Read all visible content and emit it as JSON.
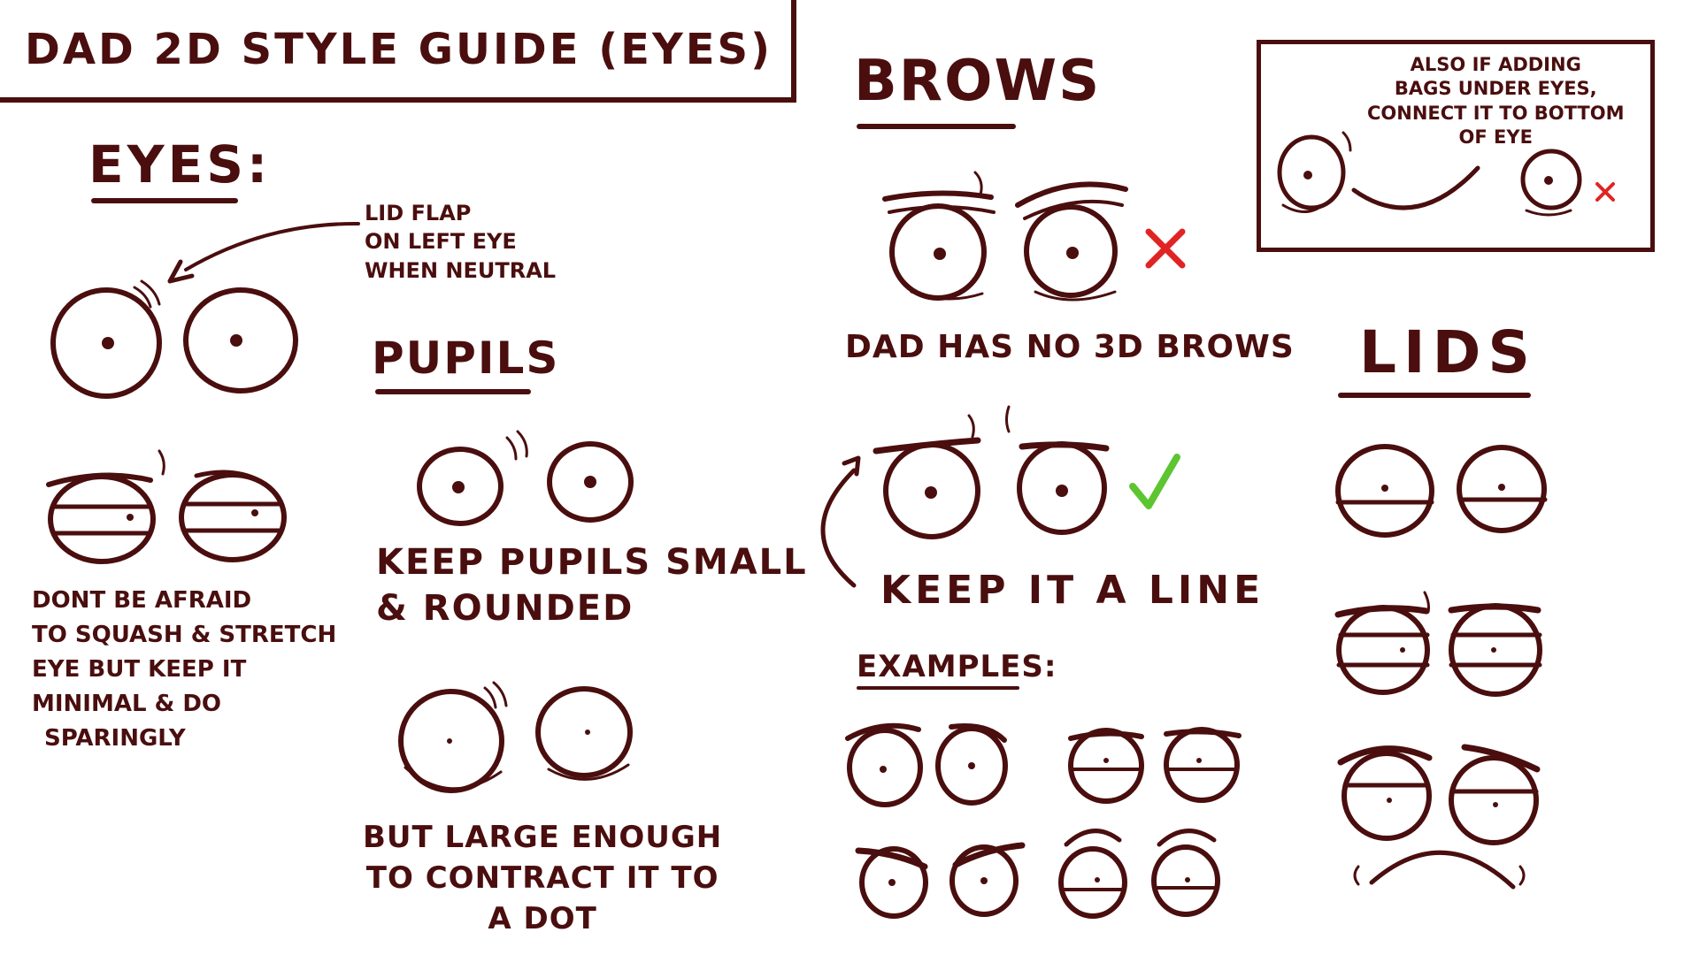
{
  "title": "DAD 2D STYLE GUIDE (EYES)",
  "eyes_section": {
    "heading": "EYES:",
    "lid_flap_note": [
      "LID FLAP",
      "ON LEFT EYE",
      "WHEN NEUTRAL"
    ],
    "squash_note": [
      "DONT BE AFRAID",
      "TO SQUASH & STRETCH",
      "EYE BUT KEEP IT",
      "MINIMAL & DO",
      "SPARINGLY"
    ]
  },
  "pupils_section": {
    "heading": "PUPILS",
    "keep_small_note": [
      "KEEP PUPILS SMALL",
      "& ROUNDED"
    ],
    "large_enough_note": [
      "BUT LARGE ENOUGH",
      "TO CONTRACT IT TO",
      "A DOT"
    ]
  },
  "brows_section": {
    "heading": "BROWS",
    "no_3d_note": "DAD HAS NO 3D BROWS",
    "keep_line_note": "KEEP IT A LINE",
    "examples_heading": "EXAMPLES:"
  },
  "bags_note": {
    "lines": [
      "ALSO IF ADDING",
      "BAGS UNDER EYES,",
      "CONNECT IT TO BOTTOM",
      "OF EYE"
    ]
  },
  "lids_section": {
    "heading": "LIDS"
  },
  "colors": {
    "ink": "#4a0e0e",
    "wrong_mark": "#e02424",
    "correct_mark": "#5cc531",
    "background": "#ffffff"
  },
  "icons": {
    "wrong": "cross-icon",
    "correct": "check-icon"
  }
}
